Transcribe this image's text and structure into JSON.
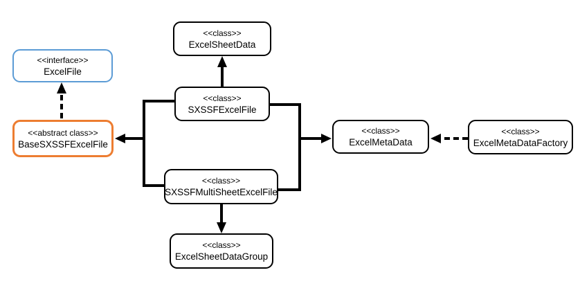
{
  "colors": {
    "background": "#FFFFFF",
    "class_border": "#000000",
    "interface_border": "#5B9BD5",
    "abstract_border": "#ED7D31",
    "line": "#000000",
    "text": "#000000"
  },
  "nodes": {
    "excel_sheet_data": {
      "stereotype": "<<class>>",
      "name": "ExcelSheetData"
    },
    "excel_file": {
      "stereotype": "<<interface>>",
      "name": "ExcelFile"
    },
    "sxssf_excel_file": {
      "stereotype": "<<class>>",
      "name": "SXSSFExcelFile"
    },
    "base_sxssf_excel_file": {
      "stereotype": "<<abstract class>>",
      "name": "BaseSXSSFExcelFile"
    },
    "excel_meta_data": {
      "stereotype": "<<class>>",
      "name": "ExcelMetaData"
    },
    "excel_meta_data_factory": {
      "stereotype": "<<class>>",
      "name": "ExcelMetaDataFactory"
    },
    "sxssf_multi_sheet_excel_file": {
      "stereotype": "<<class>>",
      "name": "SXSSFMultiSheetExcelFile"
    },
    "excel_sheet_data_group": {
      "stereotype": "<<class>>",
      "name": "ExcelSheetDataGroup"
    }
  },
  "edges": [
    {
      "from": "BaseSXSSFExcelFile",
      "to": "ExcelFile",
      "line": "dashed",
      "arrowhead": "filled-triangle",
      "direction": "up"
    },
    {
      "from": "SXSSFExcelFile",
      "to": "ExcelSheetData",
      "line": "solid",
      "arrowhead": "filled-triangle",
      "direction": "up"
    },
    {
      "from": "SXSSFExcelFile",
      "to": "BaseSXSSFExcelFile",
      "line": "solid",
      "arrowhead": "filled-triangle",
      "direction": "left",
      "shared_trunk": "left"
    },
    {
      "from": "SXSSFMultiSheetExcelFile",
      "to": "BaseSXSSFExcelFile",
      "line": "solid",
      "arrowhead": "filled-triangle",
      "direction": "left",
      "shared_trunk": "left"
    },
    {
      "from": "SXSSFExcelFile",
      "to": "ExcelMetaData",
      "line": "solid",
      "arrowhead": "filled-triangle",
      "direction": "right",
      "shared_trunk": "right"
    },
    {
      "from": "SXSSFMultiSheetExcelFile",
      "to": "ExcelMetaData",
      "line": "solid",
      "arrowhead": "filled-triangle",
      "direction": "right",
      "shared_trunk": "right"
    },
    {
      "from": "SXSSFMultiSheetExcelFile",
      "to": "ExcelSheetDataGroup",
      "line": "solid",
      "arrowhead": "filled-triangle",
      "direction": "down"
    },
    {
      "from": "ExcelMetaDataFactory",
      "to": "ExcelMetaData",
      "line": "dashed",
      "arrowhead": "filled-triangle",
      "direction": "left"
    }
  ]
}
